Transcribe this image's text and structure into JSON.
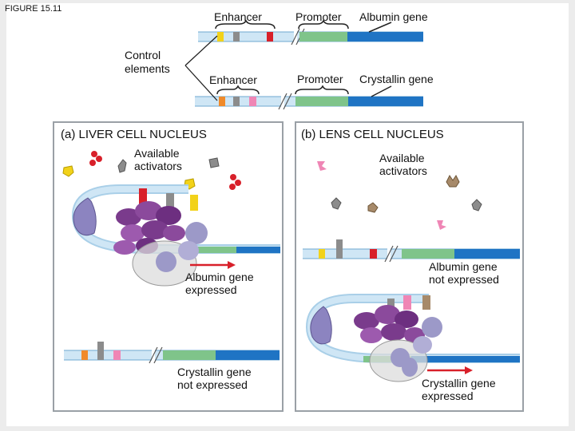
{
  "figure_label": "FIGURE 15.11",
  "genes": {
    "albumin": {
      "enhancer_label": "Enhancer",
      "promoter_label": "Promoter",
      "gene_label": "Albumin gene"
    },
    "crystallin": {
      "enhancer_label": "Enhancer",
      "promoter_label": "Promoter",
      "gene_label": "Crystallin gene"
    },
    "control_elements_label": "Control\nelements"
  },
  "panel_a": {
    "title": "(a) LIVER CELL NUCLEUS",
    "activators_label": "Available\nactivators",
    "albumin_status": "Albumin gene\nexpressed",
    "crystallin_status": "Crystallin gene\nnot expressed"
  },
  "panel_b": {
    "title": "(b) LENS CELL NUCLEUS",
    "activators_label": "Available\nactivators",
    "albumin_status": "Albumin gene\nnot expressed",
    "crystallin_status": "Crystallin gene\nexpressed"
  },
  "colors": {
    "dna_light": "#cfe6f5",
    "dna_mid": "#a9cfe8",
    "promoter_green": "#7fc48a",
    "gene_blue": "#1f74c4",
    "activator_yellow": "#f2d21a",
    "activator_red": "#d8202a",
    "activator_gray": "#8c8c8c",
    "activator_pink": "#ef86b5",
    "activator_tan": "#a78a6a",
    "enhancer_orange": "#f08a2a",
    "mediator_purple": "#7a3b8c",
    "polymerase_lavender": "#9c99c8",
    "arrow_red": "#d8202a",
    "panel_border": "#9aa0a6"
  }
}
